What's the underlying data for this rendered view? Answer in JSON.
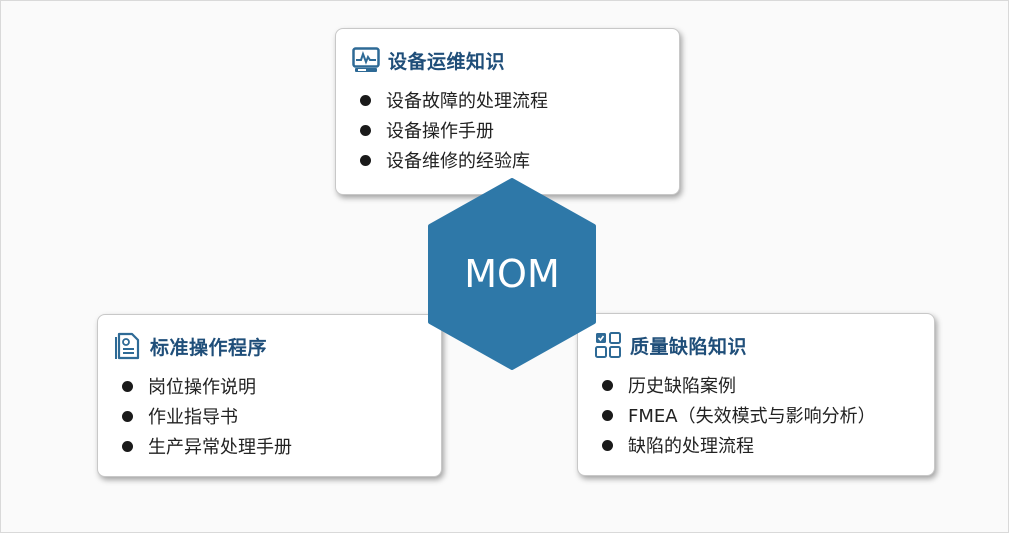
{
  "center": {
    "label": "MOM"
  },
  "colors": {
    "hexagon": "#2e78a8",
    "title": "#1f4e79",
    "icon": "#2e6a96"
  },
  "cards": {
    "top": {
      "icon": "monitor-chart-icon",
      "title": "设备运维知识",
      "items": [
        "设备故障的处理流程",
        "设备操作手册",
        "设备维修的经验库"
      ]
    },
    "left": {
      "icon": "document-icon",
      "title": "标准操作程序",
      "items": [
        "岗位操作说明",
        "作业指导书",
        "生产异常处理手册"
      ]
    },
    "right": {
      "icon": "grid-check-icon",
      "title": "质量缺陷知识",
      "items": [
        "历史缺陷案例",
        "FMEA（失效模式与影响分析）",
        "缺陷的处理流程"
      ]
    }
  }
}
